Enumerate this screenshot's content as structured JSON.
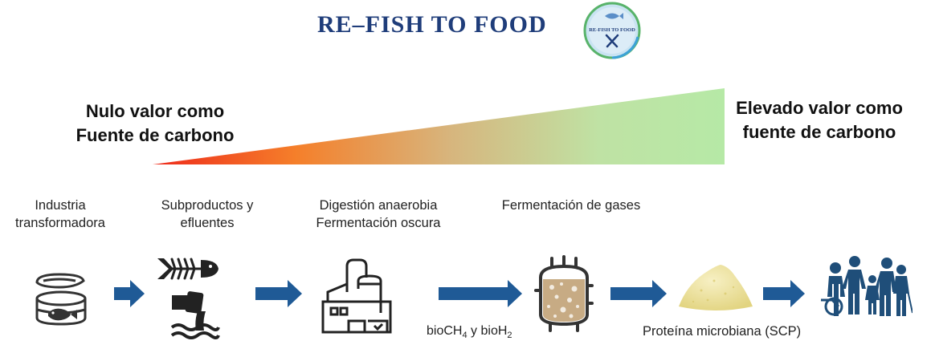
{
  "header": {
    "title": "RE–FISH TO FOOD",
    "logo_text": "RE-FISH TO FOOD"
  },
  "scale": {
    "left_line1": "Nulo valor como",
    "left_line2": "Fuente de carbono",
    "right_line1": "Elevado valor como",
    "right_line2": "fuente de carbono",
    "gradient_colors": [
      "#ee2a1b",
      "#f57f2a",
      "#d7b57d",
      "#bfe2a4",
      "#b6e9a6"
    ]
  },
  "stages": [
    {
      "line1": "Industria",
      "line2": "transformadora",
      "icon": "fish-can-icon"
    },
    {
      "line1": "Subproductos y",
      "line2": "efluentes",
      "icon": "fish-bone-icon"
    },
    {
      "line1": "Digestión anaerobia",
      "line2": "Fermentación oscura",
      "icon": "factory-icon"
    },
    {
      "line1": "Fermentación de gases",
      "line2": "",
      "icon": "bioreactor-icon"
    }
  ],
  "biogas": {
    "prefix": "bioCH",
    "sub1": "4",
    "middle": " y bioH",
    "sub2": "2"
  },
  "product_label": "Proteína microbiana (SCP)",
  "colors": {
    "title": "#1f3d7a",
    "arrow": "#1f5a96",
    "icon": "#333333",
    "people": "#1f4e79"
  }
}
